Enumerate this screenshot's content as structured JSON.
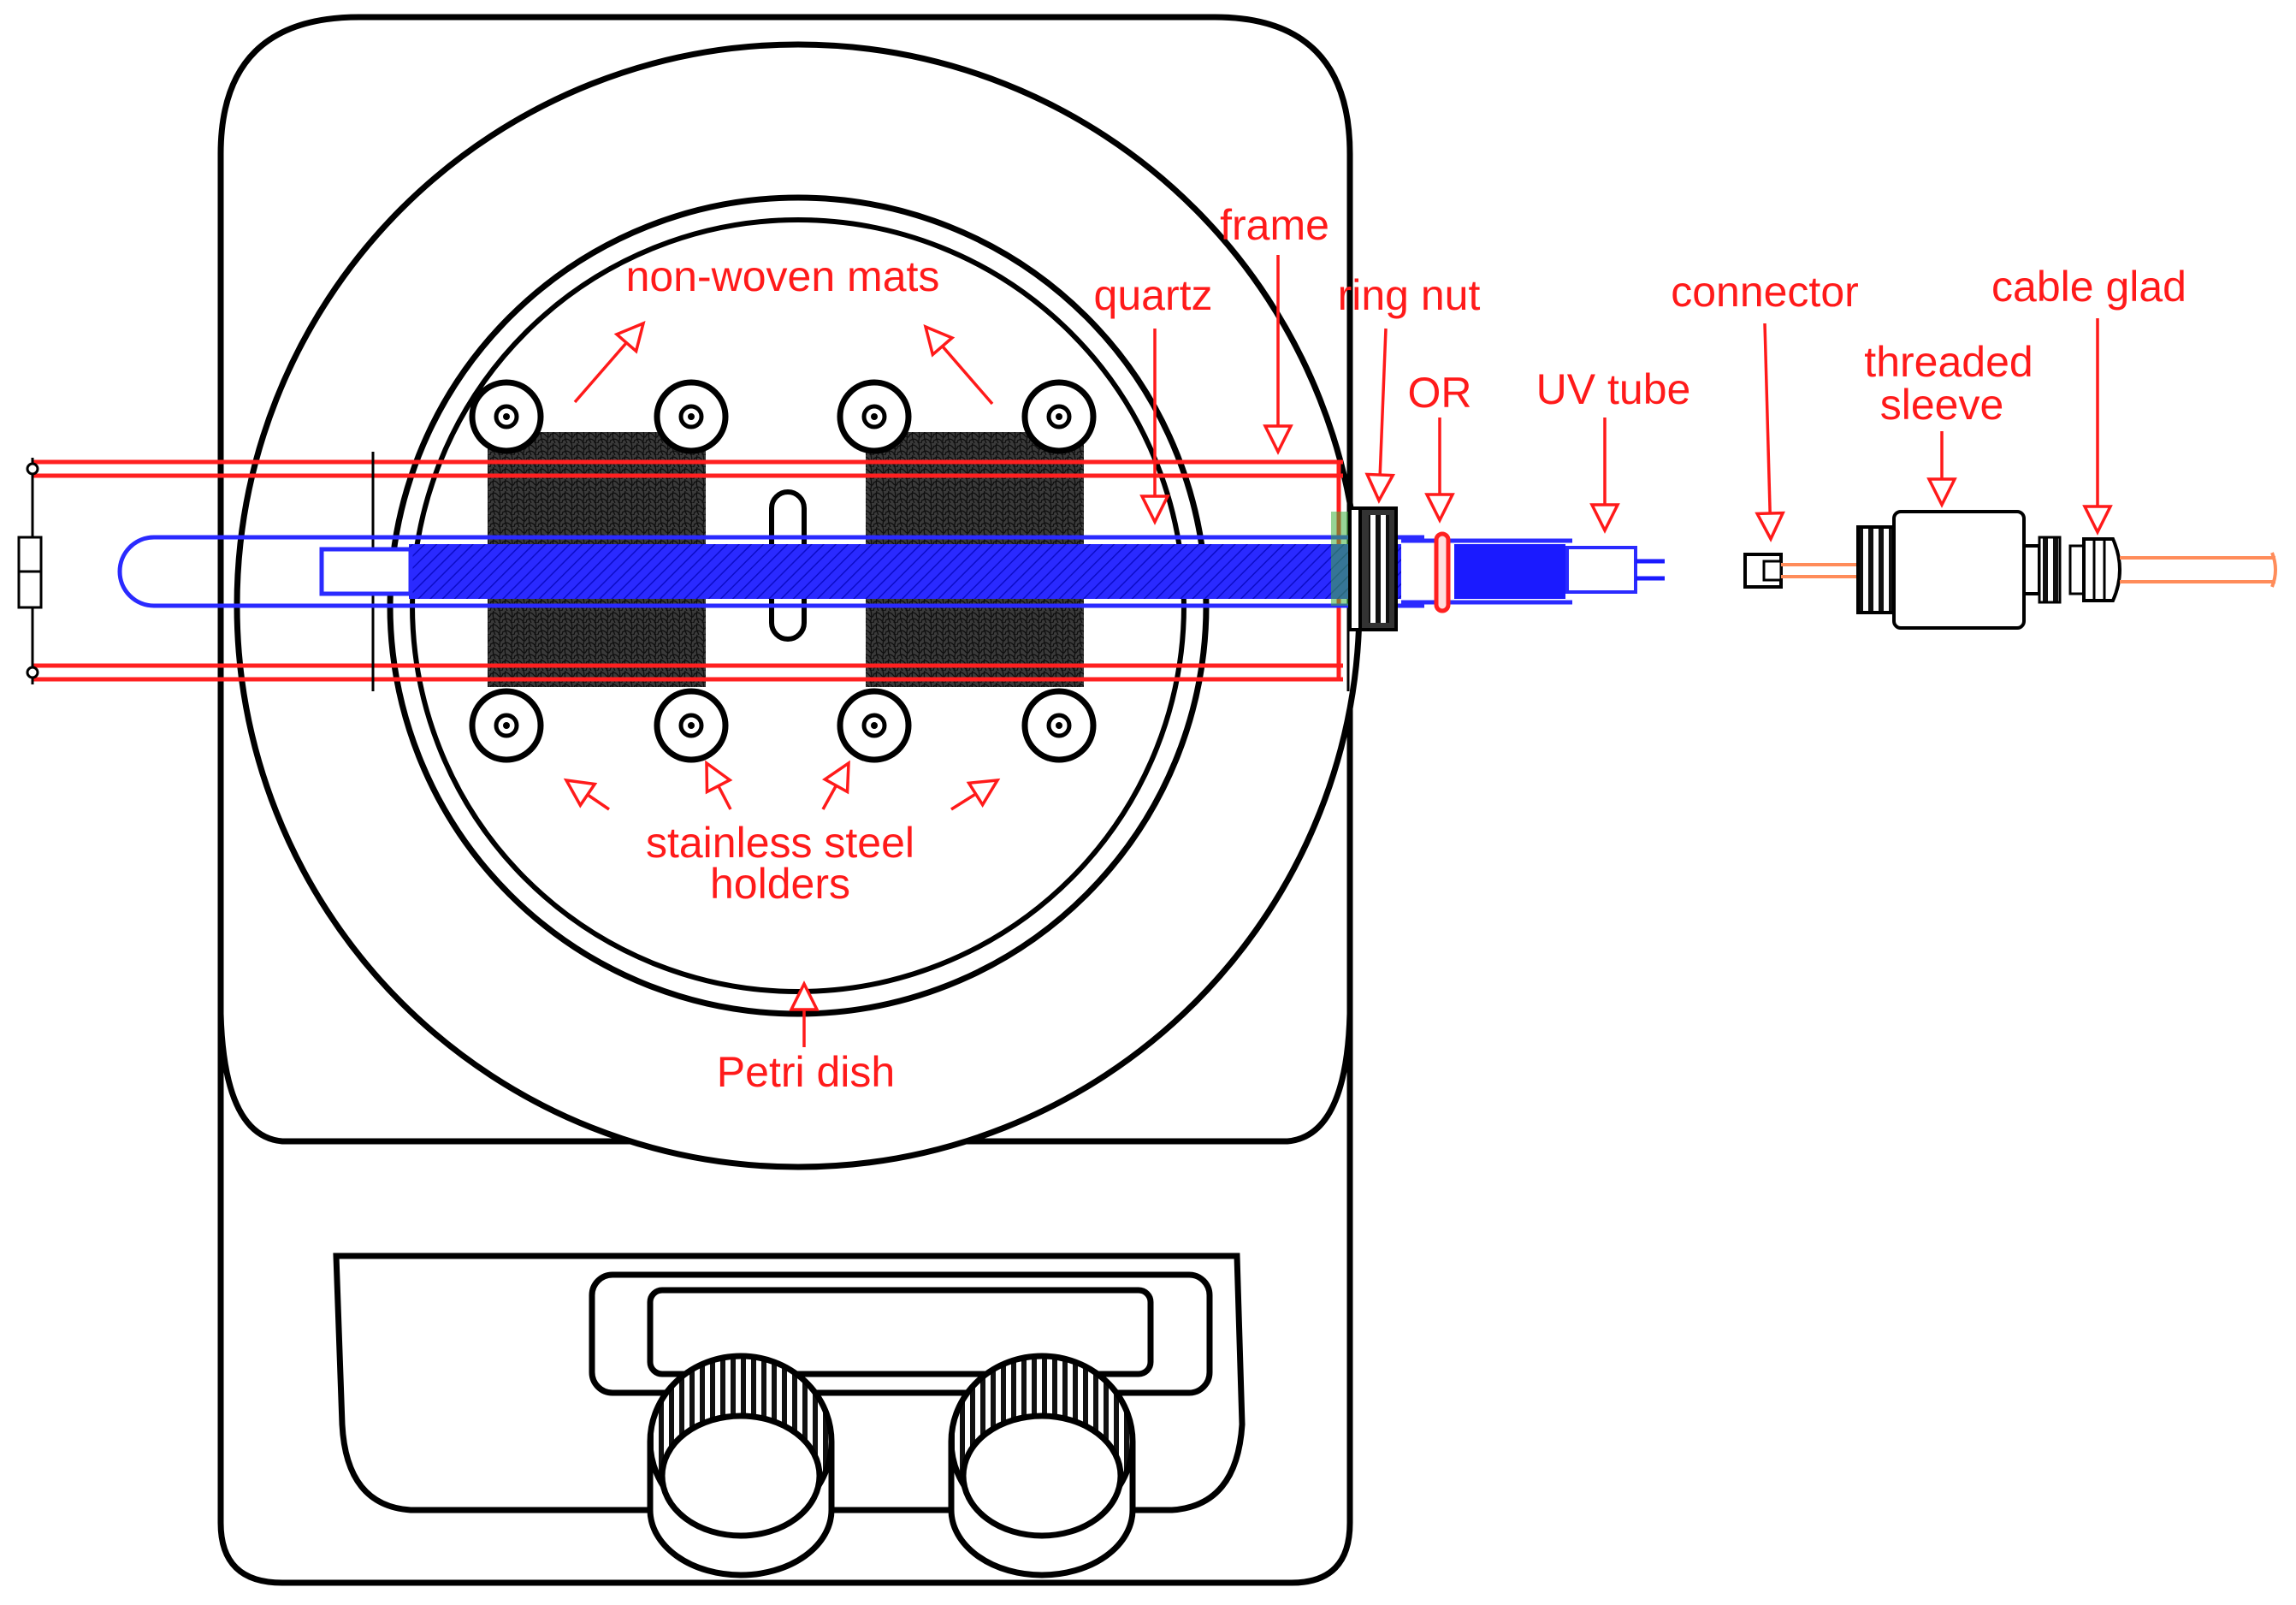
{
  "colors": {
    "label": "#ff1a1a",
    "outline": "#000000",
    "frame": "#ff2020",
    "uv_tube": "#1a1aff",
    "mat": "#2b2b2b",
    "cable": "#ff8c5a",
    "background": "#ffffff"
  },
  "labels": {
    "non_woven_mats": "non-woven mats",
    "quartz": "quartz",
    "frame": "frame",
    "ring_nut": "ring nut",
    "or": "OR",
    "uv_tube": "UV tube",
    "connector": "connector",
    "threaded_sleeve_line1": "threaded",
    "threaded_sleeve_line2": "sleeve",
    "cable_glad": "cable glad",
    "stainless_line1": "stainless steel",
    "stainless_line2": "holders",
    "petri_dish": "Petri dish"
  },
  "icons": {
    "arrow": "open-triangle-arrow",
    "knob": "knurled-knob",
    "holder": "ring-holder"
  }
}
